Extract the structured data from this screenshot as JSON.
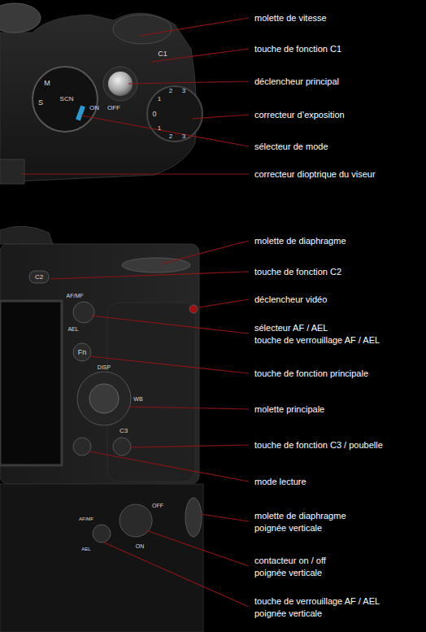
{
  "diagram": {
    "labels": [
      "molette de vitesse",
      "touche de fonction C1",
      "déclencheur principal",
      "correcteur d’exposition",
      "sélecteur de mode",
      "correcteur dioptrique du viseur",
      "molette de diaphragme",
      "touche de fonction C2",
      "déclencheur vidéo",
      "sélecteur AF / AEL",
      "touche de verrouillage AF / AEL",
      "touche de fonction principale",
      "molette principale",
      "touche de fonction C3 / poubelle",
      "mode lecture",
      "molette de diaphragme",
      "poignée verticale",
      "contacteur on / off",
      "poignée verticale",
      "touche de verrouillage AF / AEL",
      "poignée verticale",
      "C1",
      "ON",
      "OFF",
      "SCN",
      "M",
      "S",
      "0",
      "1",
      "2",
      "3",
      "1",
      "2",
      "3",
      "C2",
      "AF/MF",
      "AEL",
      "Fn",
      "DISP",
      "WB",
      "C3",
      "AF/MF",
      "AEL",
      "ON",
      "OFF"
    ]
  }
}
